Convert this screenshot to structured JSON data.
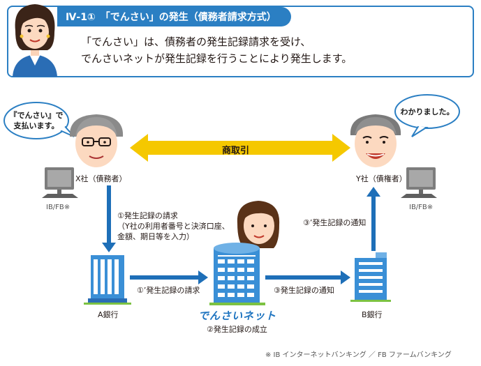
{
  "header": {
    "title": "Ⅳ-1①　「でんさい」の発生（債務者請求方式）",
    "intro_lines": [
      "「でんさい」は、債務者の発生記録請求を受け、",
      "でんさいネットが発生記録を行うことにより発生します。"
    ]
  },
  "bubbles": {
    "debtor": [
      "『でんさい』で",
      "支払います。"
    ],
    "creditor": "わかりました。"
  },
  "parties": {
    "x_company": "X社（債務者）",
    "y_company": "Y社（債権者）",
    "a_bank": "A銀行",
    "b_bank": "B銀行",
    "ib_fb_left": "IB/FB※",
    "ib_fb_right": "IB/FB※"
  },
  "center": {
    "logo": "でんさいネット",
    "establish": "②発生記録の成立"
  },
  "arrows": {
    "trade": "商取引",
    "step1_lines": [
      "①発生記録の請求",
      "（Y社の利用者番号と決済口座、",
      "金額、期日等を入力）"
    ],
    "step1_prime": "①’発生記録の請求",
    "step3": "③発生記録の通知",
    "step3_prime": "③’発生記録の通知"
  },
  "footnote": "※ IB インターネットバンキング ／ FB ファームバンキング",
  "colors": {
    "accent_blue": "#2b7fc3",
    "arrow_blue": "#1e6fb8",
    "trade_yellow": "#f5c800",
    "building_blue": "#3a8fd6"
  }
}
